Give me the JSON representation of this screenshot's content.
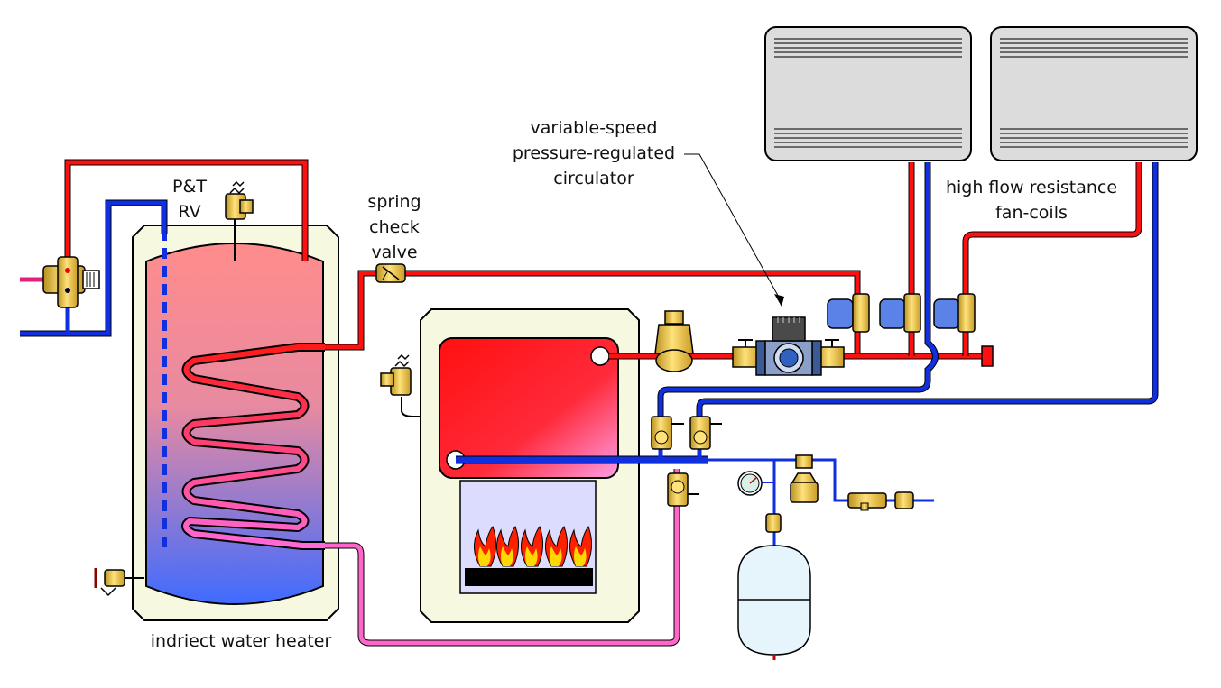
{
  "labels": {
    "pt_rv_line1": "P&T",
    "pt_rv_line2": "RV",
    "spring_check_line1": "spring",
    "spring_check_line2": "check",
    "spring_check_line3": "valve",
    "circulator_line1": "variable-speed",
    "circulator_line2": "pressure-regulated",
    "circulator_line3": "circulator",
    "fancoil_line1": "high flow resistance",
    "fancoil_line2": "fan-coils",
    "water_heater": "indriect water heater"
  },
  "colors": {
    "supply": "#ff1010",
    "return": "#1030e0",
    "boiler_return": "#ff66cc",
    "cold_inlet": "#e0207a",
    "cabinet": "#f7f8e0",
    "brass": "#e8c24a",
    "fancoil_body": "#dcdcdc",
    "zone_valve_actuator": "#5b82e6",
    "flame_outer": "#ff2000",
    "flame_inner": "#ffd800",
    "expansion_tank": "#e6f4fb"
  },
  "components": {
    "fan_coils": 2,
    "zone_valves": 3,
    "burner_flames": 5
  }
}
